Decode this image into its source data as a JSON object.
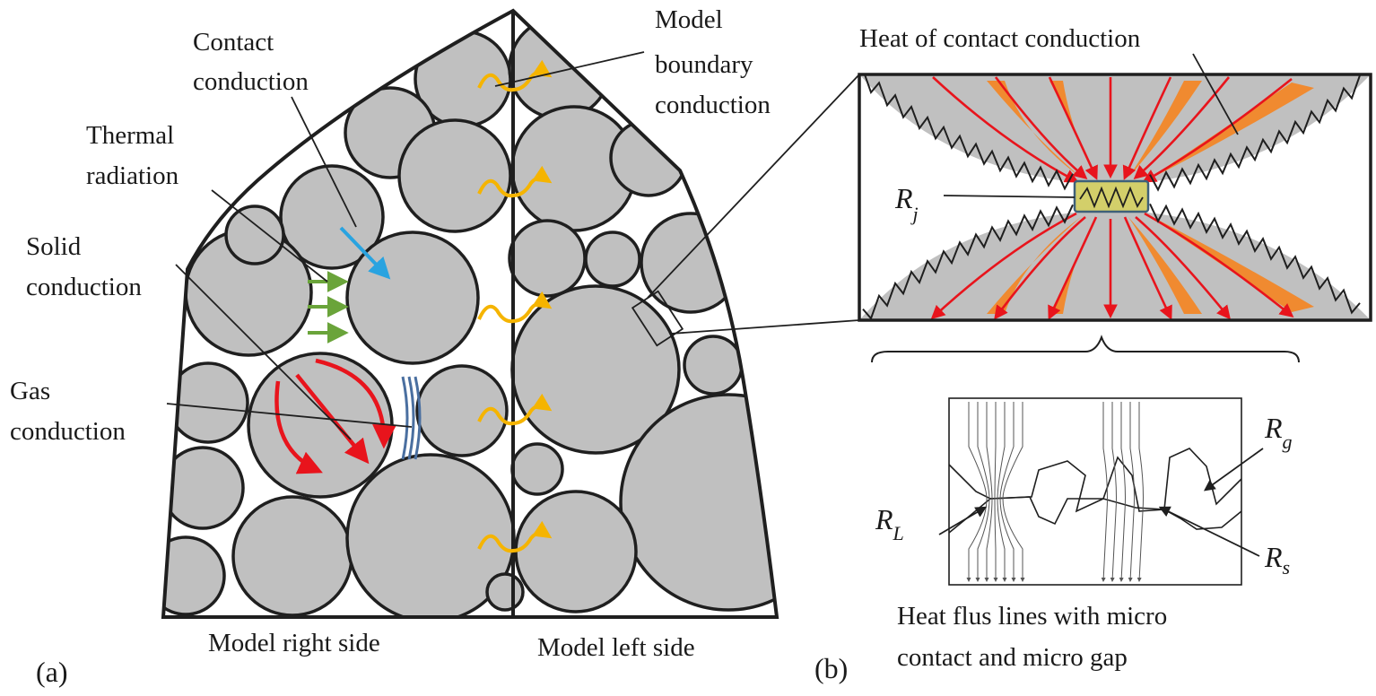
{
  "panel_a": {
    "label": "(a)",
    "annotations": {
      "contact_conduction_1": "Contact",
      "contact_conduction_2": "conduction",
      "thermal_radiation_1": "Thermal",
      "thermal_radiation_2": "radiation",
      "solid_conduction_1": "Solid",
      "solid_conduction_2": "conduction",
      "gas_conduction_1": "Gas",
      "gas_conduction_2": "conduction",
      "model_boundary_1": "Model",
      "model_boundary_2": "boundary",
      "model_boundary_3": "conduction"
    },
    "side_labels": {
      "right": "Model right side",
      "left": "Model left side"
    }
  },
  "panel_b": {
    "label": "(b)",
    "heat_contact_title": "Heat of contact conduction",
    "resistances": {
      "rj_base": "R",
      "rj_sub": "j",
      "rg_base": "R",
      "rg_sub": "g",
      "rl_base": "R",
      "rl_sub": "L",
      "rs_base": "R",
      "rs_sub": "s"
    },
    "caption_1": "Heat flus lines with micro",
    "caption_2": "contact and micro gap"
  },
  "colors": {
    "particle_fill": "#c0c0c0",
    "outline": "#1f1f1f",
    "contact_arrow": "#29a3e0",
    "radiation_arrow": "#6aa43a",
    "solid_arrow": "#e8141c",
    "gas_lines": "#4a6fa0",
    "boundary_arrow": "#f5b400",
    "flux_orange": "#f08a30",
    "junction_fill": "#d3cf6a"
  }
}
